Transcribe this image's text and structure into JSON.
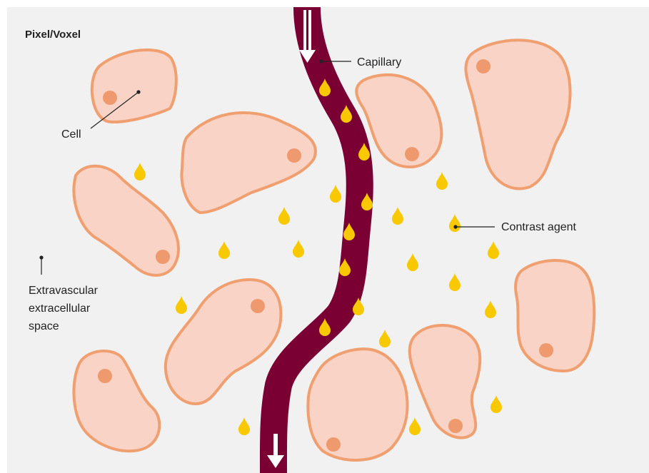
{
  "title": "Pixel/Voxel",
  "labels": {
    "capillary": "Capillary",
    "cell": "Cell",
    "contrast_agent": "Contrast agent",
    "extravascular_lines": [
      "Extravascular",
      "extracellular",
      "space"
    ]
  },
  "colors": {
    "background": "#f1f1f1",
    "cell_fill": "#f8d3c6",
    "cell_outline": "#f0a070",
    "nucleus": "#ee9a6e",
    "capillary": "#7a0033",
    "contrast_agent": "#f8c800",
    "flow_arrow": "#ffffff",
    "text": "#222222"
  },
  "icons": {
    "flow_arrow": "arrow-down-icon",
    "contrast_droplet": "droplet-icon"
  }
}
